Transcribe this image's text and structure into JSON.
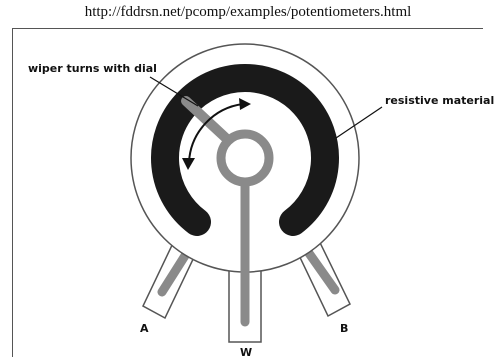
{
  "header": {
    "url": "http://fddrsn.net/pcomp/examples/potentiometers.html"
  },
  "labels": {
    "wiper": "wiper turns with dial",
    "resistive": "resistive material",
    "pin_a": "A",
    "pin_w": "W",
    "pin_b": "B"
  },
  "colors": {
    "track": "#1a1a1a",
    "wiper": "#8a8a8a",
    "outline": "#555555"
  }
}
